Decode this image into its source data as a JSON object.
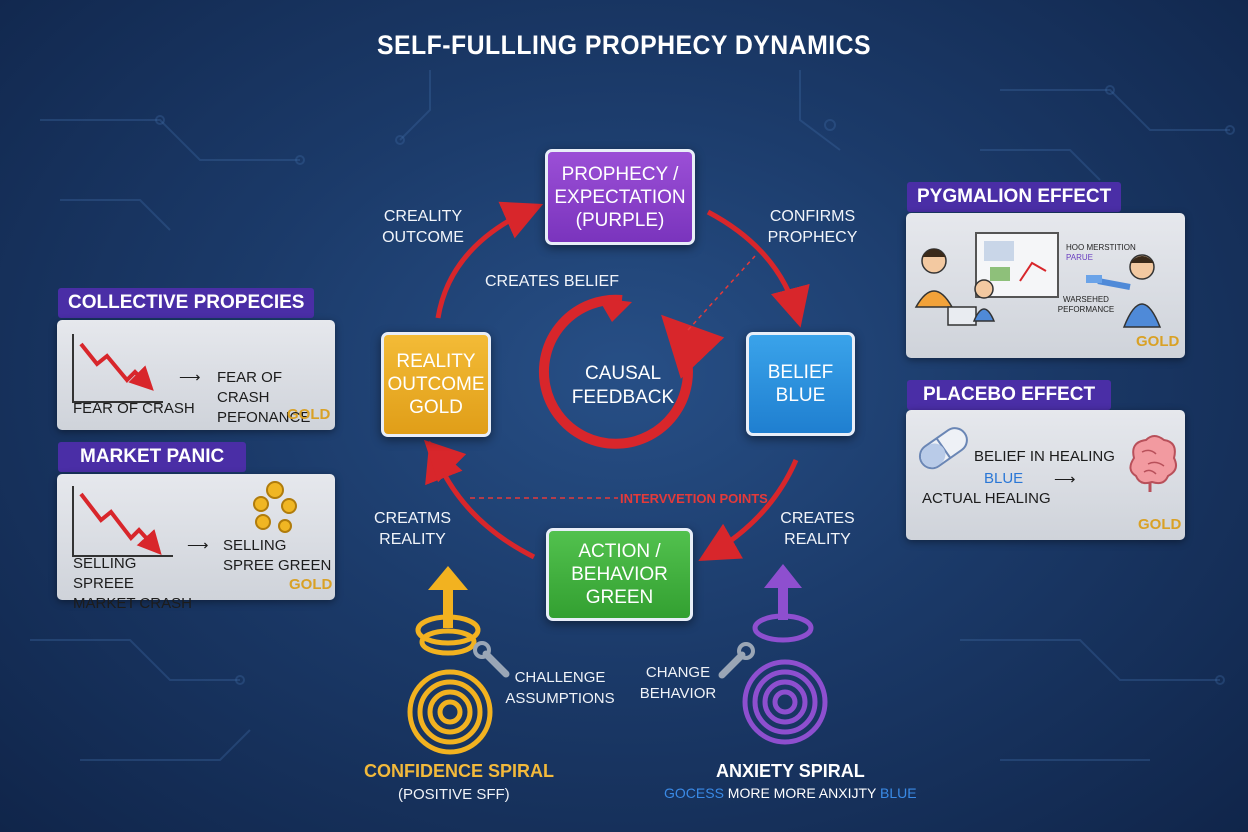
{
  "title": "SELF-FULLLING PROPHECY DYNAMICS",
  "nodes": {
    "prophecy": "PROPHECY / EXPECTATION (PURPLE)",
    "belief": "BELIEF BLUE",
    "reality": "REALITY OUTCOME GOLD",
    "action": "ACTION / BEHAVIOR GREEN"
  },
  "edge_labels": {
    "top_left": "CREALITY OUTCOME",
    "top_right": "CONFIRMS PROPHECY",
    "creates_belief": "CREATES BELIEF",
    "bottom_left": "CREATMS REALITY",
    "bottom_right": "CREATES REALITY",
    "intervention": "INTERVVETION POINTS"
  },
  "center": {
    "text": "CAUSAL FEEDBACK"
  },
  "panels": {
    "collective": {
      "header": "COLLECTIVE PROPECIES",
      "arrow_text": "FEAR OF CRASH PEFONANCE",
      "chart_label": "FEAR OF CRASH",
      "tag": "GOLD"
    },
    "market": {
      "header": "MARKET PANIC",
      "chart_label": "SELLING SPREEE MARKET CRASH",
      "arrow_text": "SELLING SPREE GREEN",
      "tag": "GOLD"
    },
    "pygmalion": {
      "header": "PYGMALION EFFECT",
      "note1": "HOO MERSTITION",
      "note1b": "PARUE",
      "note2": "WARSEHED PEFORMANCE",
      "tag": "GOLD"
    },
    "placebo": {
      "header": "PLACEBO EFFECT",
      "line1": "BELIEF IN HEALING",
      "line2": "BLUE",
      "line3": "ACTUAL HEALING",
      "tag": "GOLD"
    }
  },
  "spirals": {
    "confidence_title": "CONFIDENCE SPIRAL",
    "confidence_sub": "(POSITIVE SFF)",
    "challenge": "CHALLENGE ASSUMPTIONS",
    "change": "CHANGE BEHAVIOR",
    "anxiety_title": "ANXIETY SPIRAL",
    "anxiety_sub_gold": "GOCESS",
    "anxiety_sub_white": "MORE MORE ANXIJTY",
    "anxiety_sub_blue": "BLUE"
  },
  "colors": {
    "purple": "#8a42cc",
    "blue": "#2a8fdd",
    "gold": "#eaa926",
    "green": "#43b140",
    "red": "#d8262b",
    "header": "#4a2ea6",
    "background": "#1b3a69"
  },
  "icons": [
    "down-trend-chart-icon",
    "coins-icon",
    "teacher-student-icon",
    "pill-icon",
    "brain-icon",
    "wrench-icon",
    "up-arrow-icon",
    "spiral-icon"
  ]
}
